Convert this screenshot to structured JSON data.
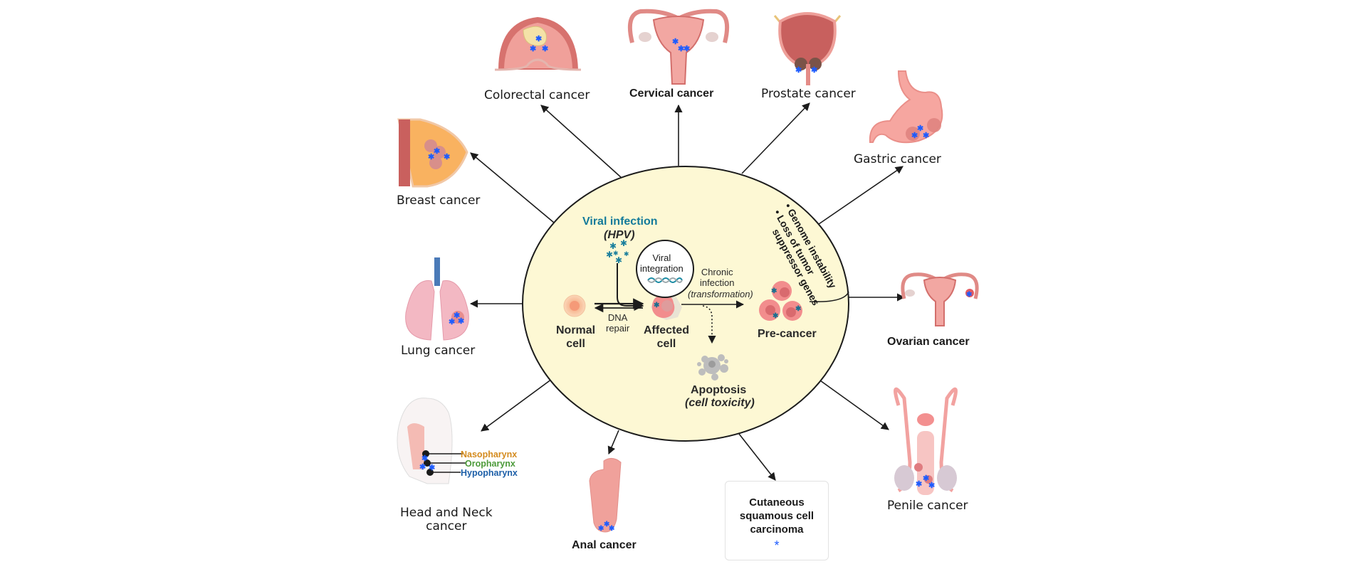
{
  "colors": {
    "ellipse_fill": "#fdf8d4",
    "ellipse_stroke": "#1c1c1c",
    "arrow": "#1c1c1c",
    "viral_infection": "#137a9a",
    "hpv_star": "#1a7f9c",
    "marker_star": "#1e5cff",
    "tissue_pink": "#f2a3a3",
    "tissue_dark": "#c9605f",
    "nasopharynx": "#d48b1e",
    "oropharynx": "#4c9a3a",
    "hypopharynx": "#1d5fa8"
  },
  "center": {
    "viral_infection": "Viral infection",
    "hpv": "(HPV)",
    "viral_integration_line1": "Viral",
    "viral_integration_line2": "integration",
    "chronic_line1": "Chronic",
    "chronic_line2": "infection",
    "transformation": "(transformation)",
    "dna_repair_line1": "DNA",
    "dna_repair_line2": "repair",
    "normal_cell_line1": "Normal",
    "normal_cell_line2": "cell",
    "affected_cell_line1": "Affected",
    "affected_cell_line2": "cell",
    "pre_cancer": "Pre-cancer",
    "apoptosis": "Apoptosis",
    "cell_toxicity": "(cell toxicity)",
    "bullets": [
      "Genome instability",
      "Loss of tumor",
      "suppressor genes"
    ]
  },
  "cancers": {
    "colorectal": "Colorectal cancer",
    "cervical": "Cervical cancer",
    "prostate": "Prostate cancer",
    "gastric": "Gastric cancer",
    "breast": "Breast cancer",
    "lung": "Lung cancer",
    "ovarian": "Ovarian cancer",
    "head_neck_line1": "Head and Neck",
    "head_neck_line2": "cancer",
    "anal": "Anal cancer",
    "penile": "Penile cancer",
    "cscc_line1": "Cutaneous",
    "cscc_line2": "squamous cell",
    "cscc_line3": "carcinoma",
    "cscc_star": "*"
  },
  "pharynx": {
    "nasopharynx": "Nasopharynx",
    "oropharynx": "Oropharynx",
    "hypopharynx": "Hypopharynx"
  }
}
